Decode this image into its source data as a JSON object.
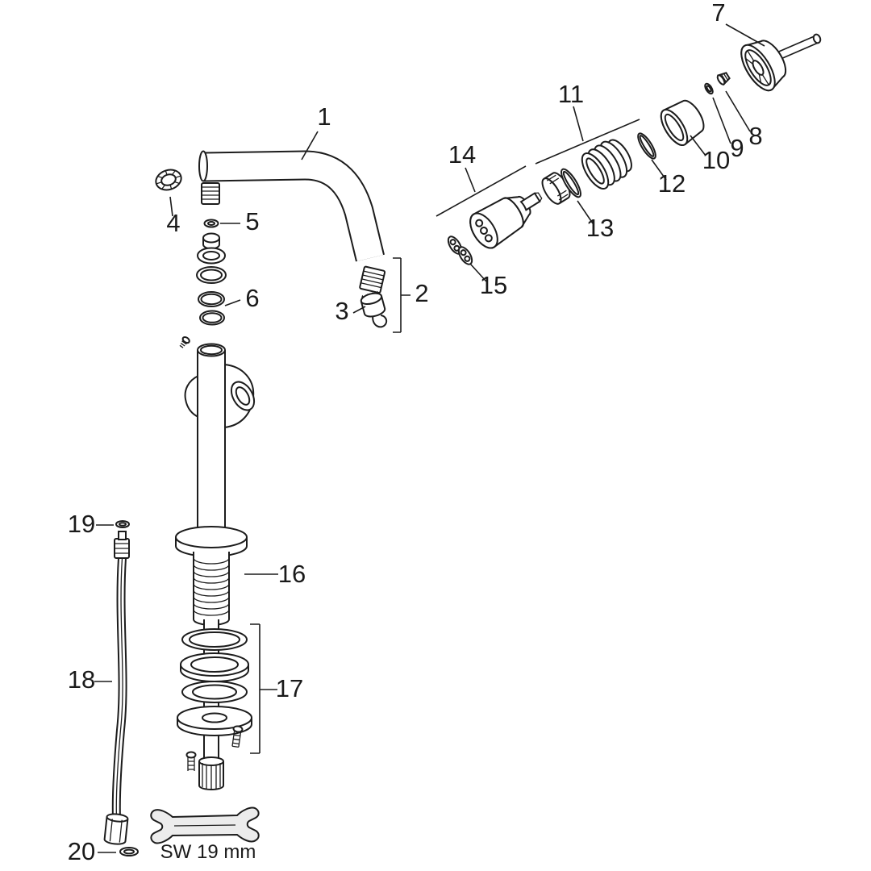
{
  "diagram": {
    "background": "#ffffff",
    "line_color": "#1c1c1c",
    "wrench_label": "SW 19 mm",
    "labels": [
      {
        "text": "1"
      },
      {
        "text": "2"
      },
      {
        "text": "3"
      },
      {
        "text": "4"
      },
      {
        "text": "5"
      },
      {
        "text": "6"
      },
      {
        "text": "7"
      },
      {
        "text": "8"
      },
      {
        "text": "9"
      },
      {
        "text": "10"
      },
      {
        "text": "11"
      },
      {
        "text": "12"
      },
      {
        "text": "13"
      },
      {
        "text": "14"
      },
      {
        "text": "15"
      },
      {
        "text": "16"
      },
      {
        "text": "17"
      },
      {
        "text": "18"
      },
      {
        "text": "19"
      },
      {
        "text": "20"
      }
    ]
  }
}
